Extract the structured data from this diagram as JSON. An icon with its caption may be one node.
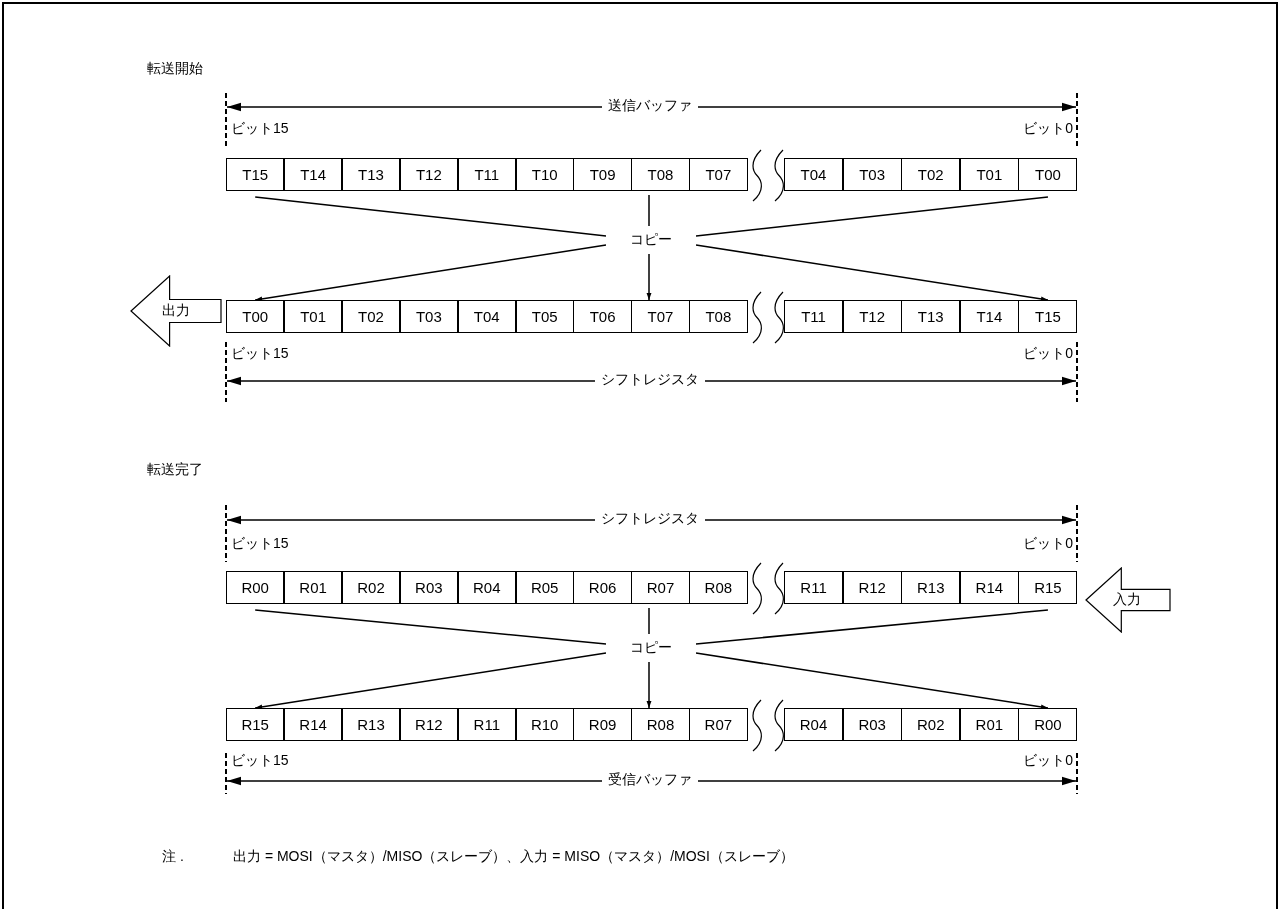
{
  "diagram": {
    "nodes": [
      {
        "text": [
          "T15"
        ]
      },
      {
        "text": [
          "T14"
        ]
      },
      {
        "text": [
          "T13"
        ]
      },
      {
        "text": [
          "T12"
        ]
      },
      {
        "text": [
          "T11"
        ]
      },
      {
        "text": [
          "T10"
        ]
      },
      {
        "text": [
          "T09"
        ]
      },
      {
        "text": [
          "T08"
        ]
      },
      {
        "text": [
          "T07"
        ]
      },
      {
        "text": [
          "T04"
        ]
      },
      {
        "text": [
          "T03"
        ]
      },
      {
        "text": [
          "T02"
        ]
      },
      {
        "text": [
          "T01"
        ]
      },
      {
        "text": [
          "T00"
        ]
      },
      {
        "text": [
          "コピー"
        ]
      },
      {
        "text": [
          "出力"
        ]
      },
      {
        "text": [
          "T00"
        ]
      },
      {
        "text": [
          "T01"
        ]
      },
      {
        "text": [
          "T02"
        ]
      },
      {
        "text": [
          "T03"
        ]
      },
      {
        "text": [
          "T04"
        ]
      },
      {
        "text": [
          "T05"
        ]
      },
      {
        "text": [
          "T06"
        ]
      },
      {
        "text": [
          "T07"
        ]
      },
      {
        "text": [
          "T08"
        ]
      },
      {
        "text": [
          "T11"
        ]
      },
      {
        "text": [
          "T12"
        ]
      },
      {
        "text": [
          "T13"
        ]
      },
      {
        "text": [
          "T14"
        ]
      },
      {
        "text": [
          "T15"
        ]
      },
      {
        "text": [
          "R00"
        ]
      },
      {
        "text": [
          "R01"
        ]
      },
      {
        "text": [
          "R02"
        ]
      },
      {
        "text": [
          "R03"
        ]
      },
      {
        "text": [
          "R04"
        ]
      },
      {
        "text": [
          "R05"
        ]
      },
      {
        "text": [
          "R06"
        ]
      },
      {
        "text": [
          "R07"
        ]
      },
      {
        "text": [
          "R08"
        ]
      },
      {
        "text": [
          "R11"
        ]
      },
      {
        "text": [
          "R12"
        ]
      },
      {
        "text": [
          "R13"
        ]
      },
      {
        "text": [
          "R14"
        ]
      },
      {
        "text": [
          "R15"
        ]
      },
      {
        "text": [
          "入力"
        ]
      },
      {
        "text": [
          "コピー"
        ]
      },
      {
        "text": [
          "R15"
        ]
      },
      {
        "text": [
          "R14"
        ]
      },
      {
        "text": [
          "R13"
        ]
      },
      {
        "text": [
          "R12"
        ]
      },
      {
        "text": [
          "R11"
        ]
      },
      {
        "text": [
          "R10"
        ]
      },
      {
        "text": [
          "R09"
        ]
      },
      {
        "text": [
          "R08"
        ]
      },
      {
        "text": [
          "R07"
        ]
      },
      {
        "text": [
          "R04"
        ]
      },
      {
        "text": [
          "R03"
        ]
      },
      {
        "text": [
          "R02"
        ]
      },
      {
        "text": [
          "R01"
        ]
      },
      {
        "text": [
          "R00"
        ]
      }
    ],
    "edges": [
      {
        "from": 0,
        "to": 14,
        "arrow": "none"
      },
      {
        "from": 14,
        "to": 16,
        "arrow": "to"
      },
      {
        "from": 13,
        "to": 14,
        "arrow": "none"
      },
      {
        "from": 14,
        "to": 29,
        "arrow": "to"
      },
      {
        "from": 7,
        "to": 14,
        "arrow": "none"
      },
      {
        "from": 14,
        "to": 23,
        "arrow": "to"
      },
      {
        "from": 30,
        "to": 45,
        "arrow": "none"
      },
      {
        "from": 45,
        "to": 46,
        "arrow": "to"
      },
      {
        "from": 43,
        "to": 45,
        "arrow": "none"
      },
      {
        "from": 45,
        "to": 59,
        "arrow": "to"
      },
      {
        "from": 37,
        "to": 45,
        "arrow": "none"
      },
      {
        "from": 45,
        "to": 53,
        "arrow": "to"
      }
    ],
    "labels": [
      "転送開始",
      "送信バッファ",
      "ビット15",
      "ビット0",
      "ビット15",
      "ビット0",
      "シフトレジスタ",
      "転送完了",
      "シフトレジスタ",
      "ビット15",
      "ビット0",
      "ビット15",
      "ビット0",
      "受信バッファ",
      "注 .",
      "出力 = MOSI（マスタ）/MISO（スレーブ）、入力 = MISO（マスタ）/MOSI（スレーブ）"
    ]
  }
}
